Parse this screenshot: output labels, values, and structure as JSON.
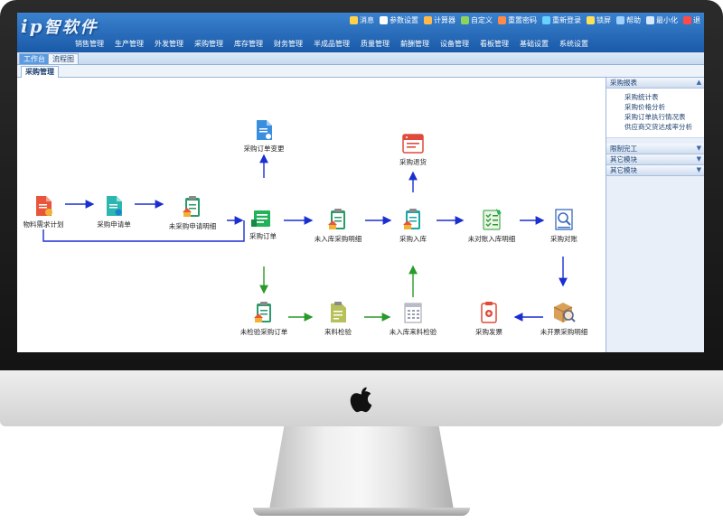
{
  "app": {
    "logo_text": "智软件",
    "top_links": [
      {
        "label": "消息",
        "color": "#ffd24a"
      },
      {
        "label": "参数设置",
        "color": "#ffffff"
      },
      {
        "label": "计算器",
        "color": "#ffb84a"
      },
      {
        "label": "自定义",
        "color": "#8fd45a"
      },
      {
        "label": "重置密码",
        "color": "#ff8a4a"
      },
      {
        "label": "重新登录",
        "color": "#6ad0ff"
      },
      {
        "label": "锁屏",
        "color": "#ffe15a"
      },
      {
        "label": "帮助",
        "color": "#9fd0ff"
      },
      {
        "label": "最小化",
        "color": "#d8e8ff"
      },
      {
        "label": "退",
        "color": "#ff4a4a"
      }
    ]
  },
  "menu": [
    "销售管理",
    "生产管理",
    "外发管理",
    "采购管理",
    "库存管理",
    "财务管理",
    "半成品管理",
    "质量管理",
    "薪酬管理",
    "设备管理",
    "看板管理",
    "基础设置",
    "系统设置"
  ],
  "tabs": [
    {
      "label": "工作台",
      "active": true
    },
    {
      "label": "流程图",
      "active": false
    }
  ],
  "subtab": "采购管理",
  "flow": {
    "arrow_colors": {
      "blue": "#1a2fd0",
      "green": "#2a9a2a"
    },
    "nodes": [
      {
        "id": "n1",
        "label": "物料需求计划",
        "icon": "doc-orange-icon"
      },
      {
        "id": "n2",
        "label": "采购申请单",
        "icon": "doc-teal-icon"
      },
      {
        "id": "n3",
        "label": "未采购申请明细",
        "icon": "clipboard-icon"
      },
      {
        "id": "n4",
        "label": "采购订单",
        "icon": "doc-green-icon"
      },
      {
        "id": "n5",
        "label": "采购订单变更",
        "icon": "doc-blue-icon"
      },
      {
        "id": "n6",
        "label": "未入库采购明细",
        "icon": "clipboard-icon"
      },
      {
        "id": "n7",
        "label": "采购入库",
        "icon": "clipboard-teal-icon"
      },
      {
        "id": "n8",
        "label": "采购退货",
        "icon": "window-red-icon"
      },
      {
        "id": "n9",
        "label": "未对账入库明细",
        "icon": "checklist-green-icon"
      },
      {
        "id": "n10",
        "label": "采购对账",
        "icon": "magnifier-doc-icon"
      },
      {
        "id": "n11",
        "label": "未检验采购订单",
        "icon": "clipboard-icon"
      },
      {
        "id": "n12",
        "label": "来料检验",
        "icon": "doc-olive-icon"
      },
      {
        "id": "n13",
        "label": "未入库来料检验",
        "icon": "calendar-icon"
      },
      {
        "id": "n14",
        "label": "采购发票",
        "icon": "invoice-red-icon"
      },
      {
        "id": "n15",
        "label": "未开票采购明细",
        "icon": "box-magnifier-icon"
      }
    ]
  },
  "side_panel": {
    "sections": [
      {
        "title": "采购报表",
        "items": [
          "采购统计表",
          "采购价格分析",
          "采购订单执行情况表",
          "供应商交货达成率分析"
        ]
      },
      {
        "title": "限制完工",
        "items": []
      },
      {
        "title": "其它模块",
        "items": []
      },
      {
        "title": "其它模块",
        "items": []
      }
    ]
  }
}
